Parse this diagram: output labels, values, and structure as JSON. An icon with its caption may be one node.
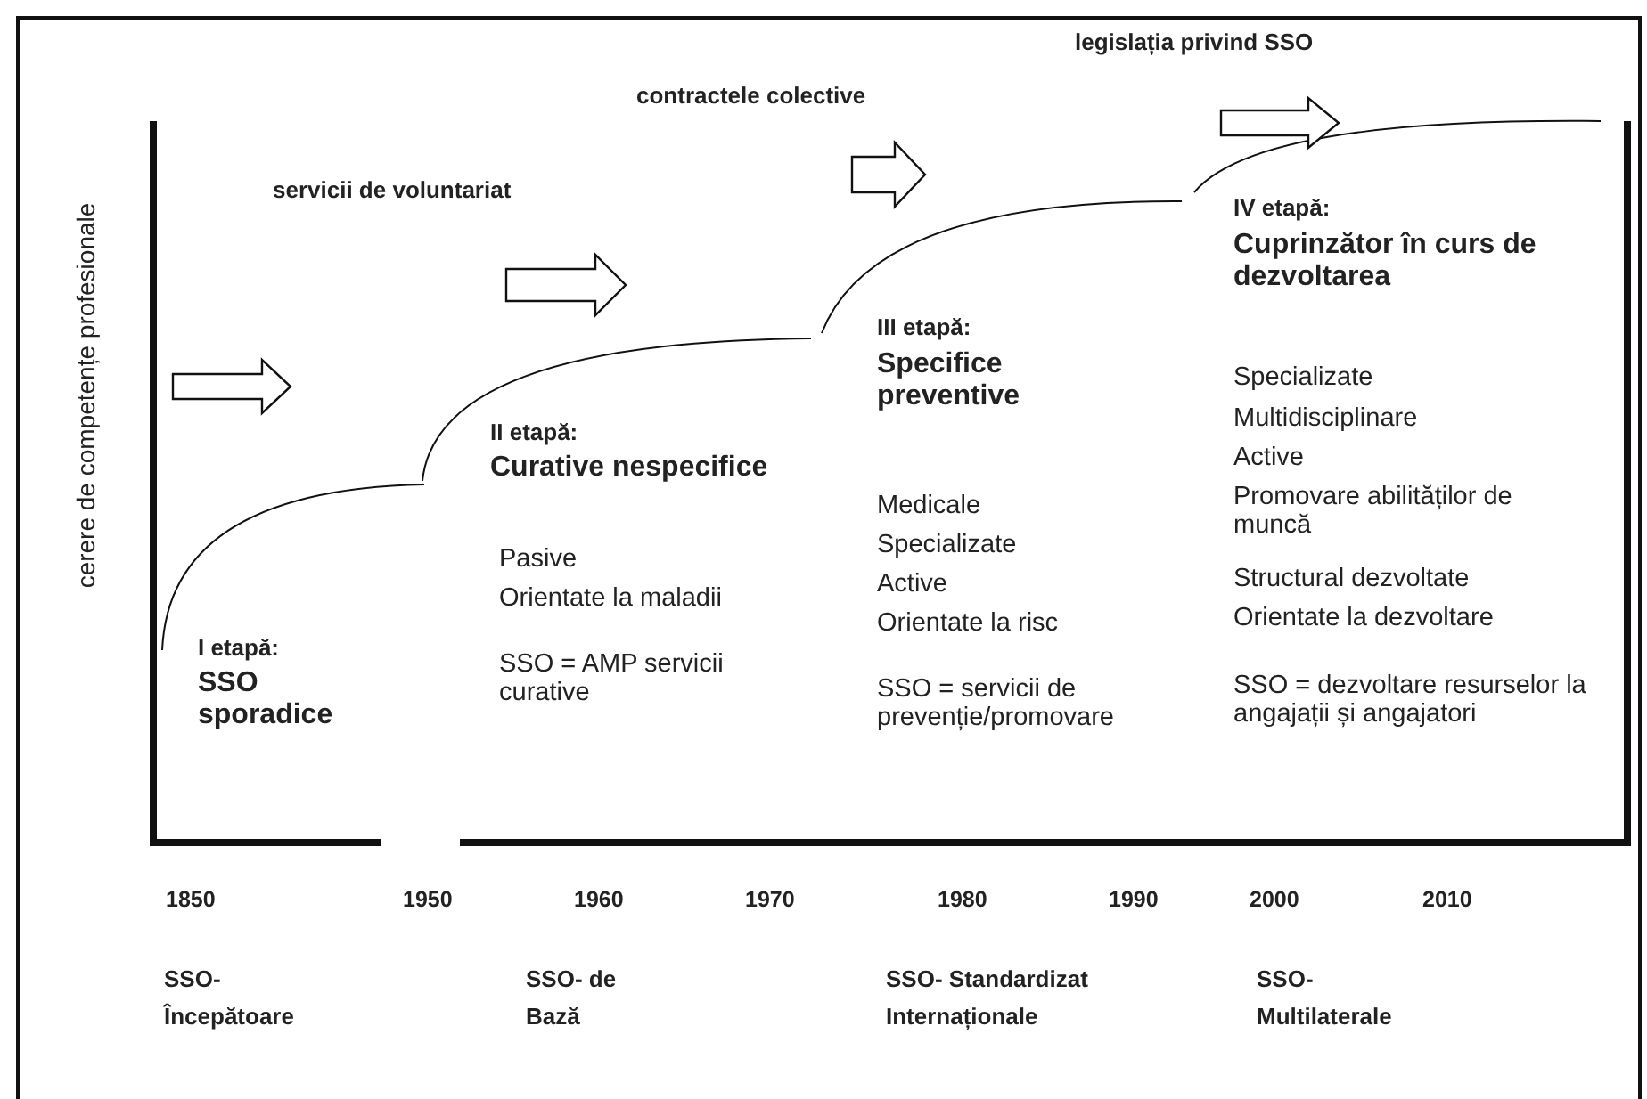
{
  "diagram": {
    "labels": [
      "legislația privind SSO",
      "contractele colective",
      "servicii de voluntariat",
      "cerere de competențe profesionale",
      "I etapă:",
      "SSO sporadice",
      "II etapă:",
      "Curative nespecifice",
      "Pasive",
      "Orientate la maladii",
      "SSO = AMP servicii curative",
      "III etapă:",
      "Specifice preventive",
      "Medicale",
      "Specializate",
      "Active",
      "Orientate la risc",
      "SSO = servicii de prevenție/promovare",
      "IV etapă:",
      "Cuprinzător în curs de dezvoltarea",
      "Specializate",
      "Multidisciplinare",
      "Active",
      "Promovare abilităților de muncă",
      "Structural dezvoltate",
      "Orientate la dezvoltare",
      "SSO = dezvoltare resurselor la angajații și angajatori",
      "1850",
      "1950",
      "1960",
      "1970",
      "1980",
      "1990",
      "2000",
      "2010",
      "SSO- Începătoare",
      "SSO- de Bază",
      "SSO- Standardizat Internaționale",
      "SSO- Multilaterale"
    ]
  }
}
